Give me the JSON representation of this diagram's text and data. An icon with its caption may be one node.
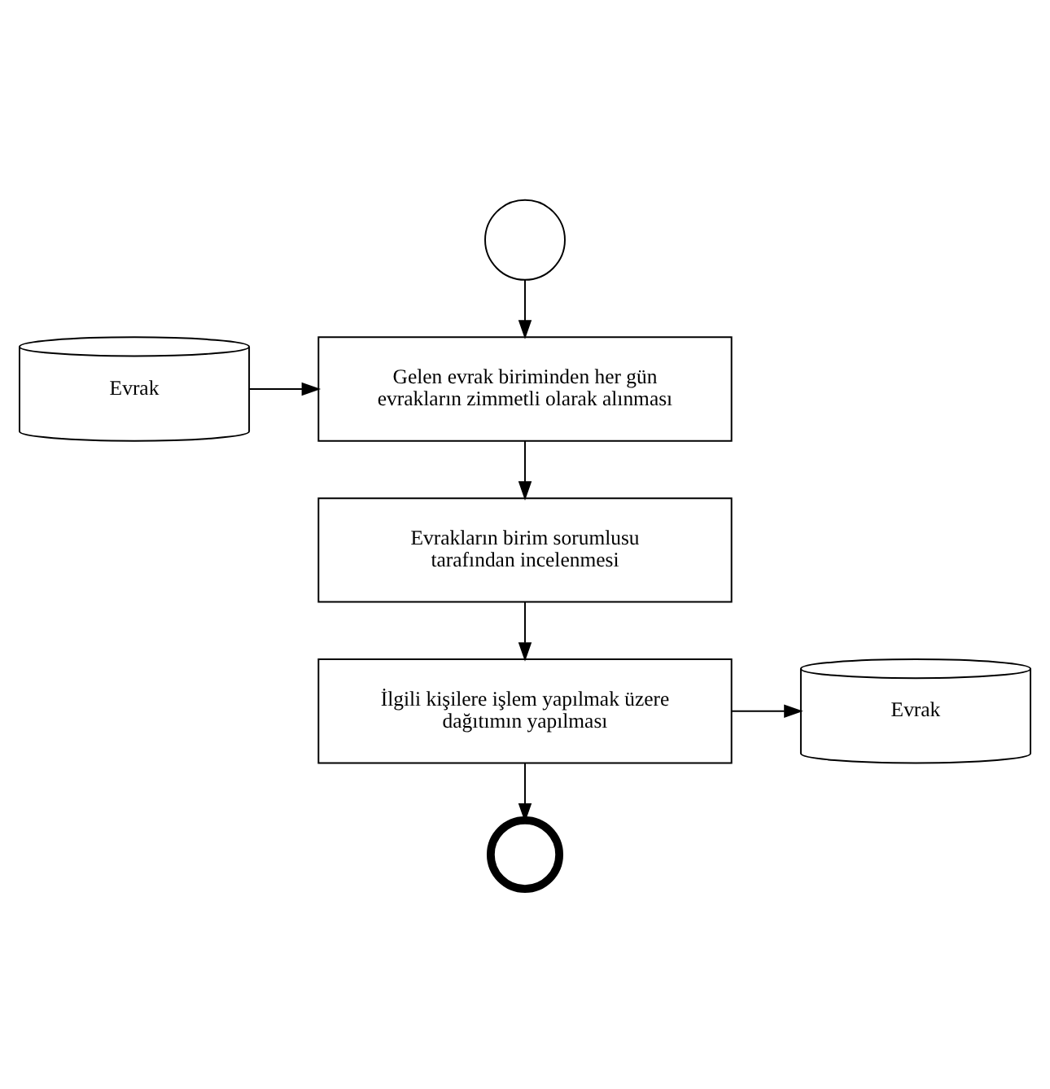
{
  "diagram": {
    "nodes": [
      {
        "text": [],
        "shape": "circle"
      },
      {
        "text": [
          "Evrak"
        ]
      },
      {
        "text": [
          "Gelen evrak biriminden her gün evrakların zimmetli olarak alınması"
        ]
      },
      {
        "text": [
          "Evrakların birim sorumlusu tarafından incelenmesi"
        ]
      },
      {
        "text": [
          "Evrak"
        ]
      },
      {
        "text": [
          "İlgili kişilere işlem yapılmak üzere dağıtımın yapılması"
        ]
      },
      {
        "text": [],
        "shape": "circle"
      }
    ],
    "edges": [
      {
        "from": 0,
        "to": 2,
        "arrow": "to"
      },
      {
        "from": 1,
        "to": 2,
        "arrow": "to"
      },
      {
        "from": 2,
        "to": 3,
        "arrow": "to"
      },
      {
        "from": 3,
        "to": 5,
        "arrow": "to"
      },
      {
        "from": 5,
        "to": 4,
        "arrow": "to"
      },
      {
        "from": 5,
        "to": 6,
        "arrow": "to"
      }
    ]
  }
}
